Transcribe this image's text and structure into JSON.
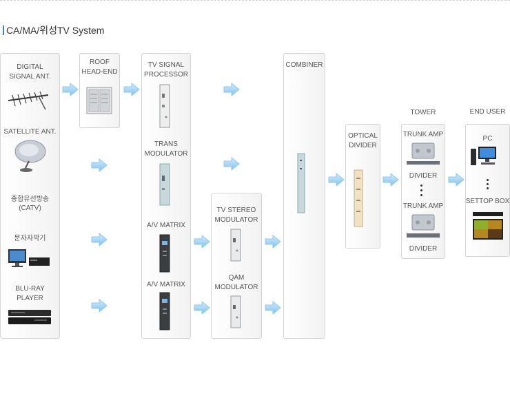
{
  "title": "CA/MA/위성TV System",
  "sources": {
    "digital_ant": "DIGITAL\nSIGNAL ANT.",
    "satellite_ant": "SATELLITE ANT.",
    "catv_1": "종합유선방송",
    "catv_2": "(CATV)",
    "caption_gen": "문자자막기",
    "bluray": "BLU-RAY\nPLAYER"
  },
  "roof_headend": "ROOF\nHEAD-END",
  "processing": {
    "tv_signal_processor": "TV SIGNAL\nPROCESSOR",
    "trans_modulator": "TRANS\nMODULATOR",
    "av_matrix_1": "A/V MATRIX",
    "av_matrix_2": "A/V MATRIX"
  },
  "modulators": {
    "tv_stereo": "TV STEREO\nMODULATOR",
    "qam": "QAM\nMODULATOR"
  },
  "combiner": "COMBINER",
  "optical_divider": "OPTICAL\nDIVIDER",
  "tower": {
    "heading": "TOWER",
    "trunk_amp_1": "TRUNK AMP",
    "divider_1": "DIVIDER",
    "trunk_amp_2": "TRUNK AMP",
    "divider_2": "DIVIDER"
  },
  "end_user": {
    "heading": "END USER",
    "pc": "PC",
    "settop": "SETTOP BOX"
  }
}
